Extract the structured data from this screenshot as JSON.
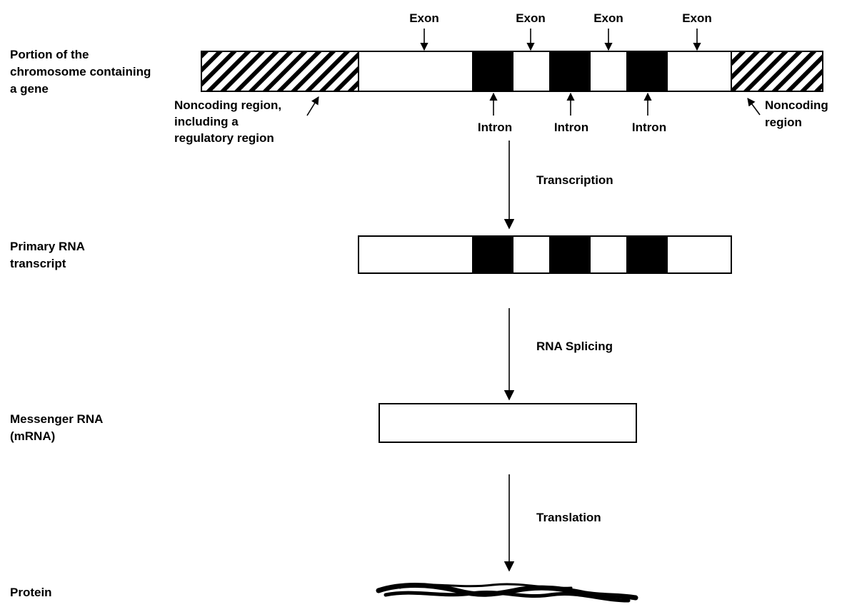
{
  "labels": {
    "chromosome": [
      "Portion of the",
      "chromosome containing",
      "a gene"
    ],
    "primary_rna": [
      "Primary RNA",
      "transcript"
    ],
    "mrna": [
      "Messenger RNA",
      "(mRNA)"
    ],
    "protein": "Protein",
    "noncoding_left": [
      "Noncoding region,",
      "including a",
      "regulatory region"
    ],
    "noncoding_right": [
      "Noncoding",
      "region"
    ],
    "exon": "Exon",
    "intron": "Intron"
  },
  "steps": {
    "transcription": "Transcription",
    "splicing": "RNA Splicing",
    "translation": "Translation"
  },
  "gene_segments": [
    "noncoding",
    "exon",
    "intron",
    "exon",
    "intron",
    "exon",
    "intron",
    "exon",
    "noncoding"
  ],
  "transcript_segments": [
    "exon",
    "intron",
    "exon",
    "intron",
    "exon",
    "intron",
    "exon"
  ],
  "colors": {
    "exon": "#ffffff",
    "intron": "#000000",
    "noncoding": "hatched"
  }
}
